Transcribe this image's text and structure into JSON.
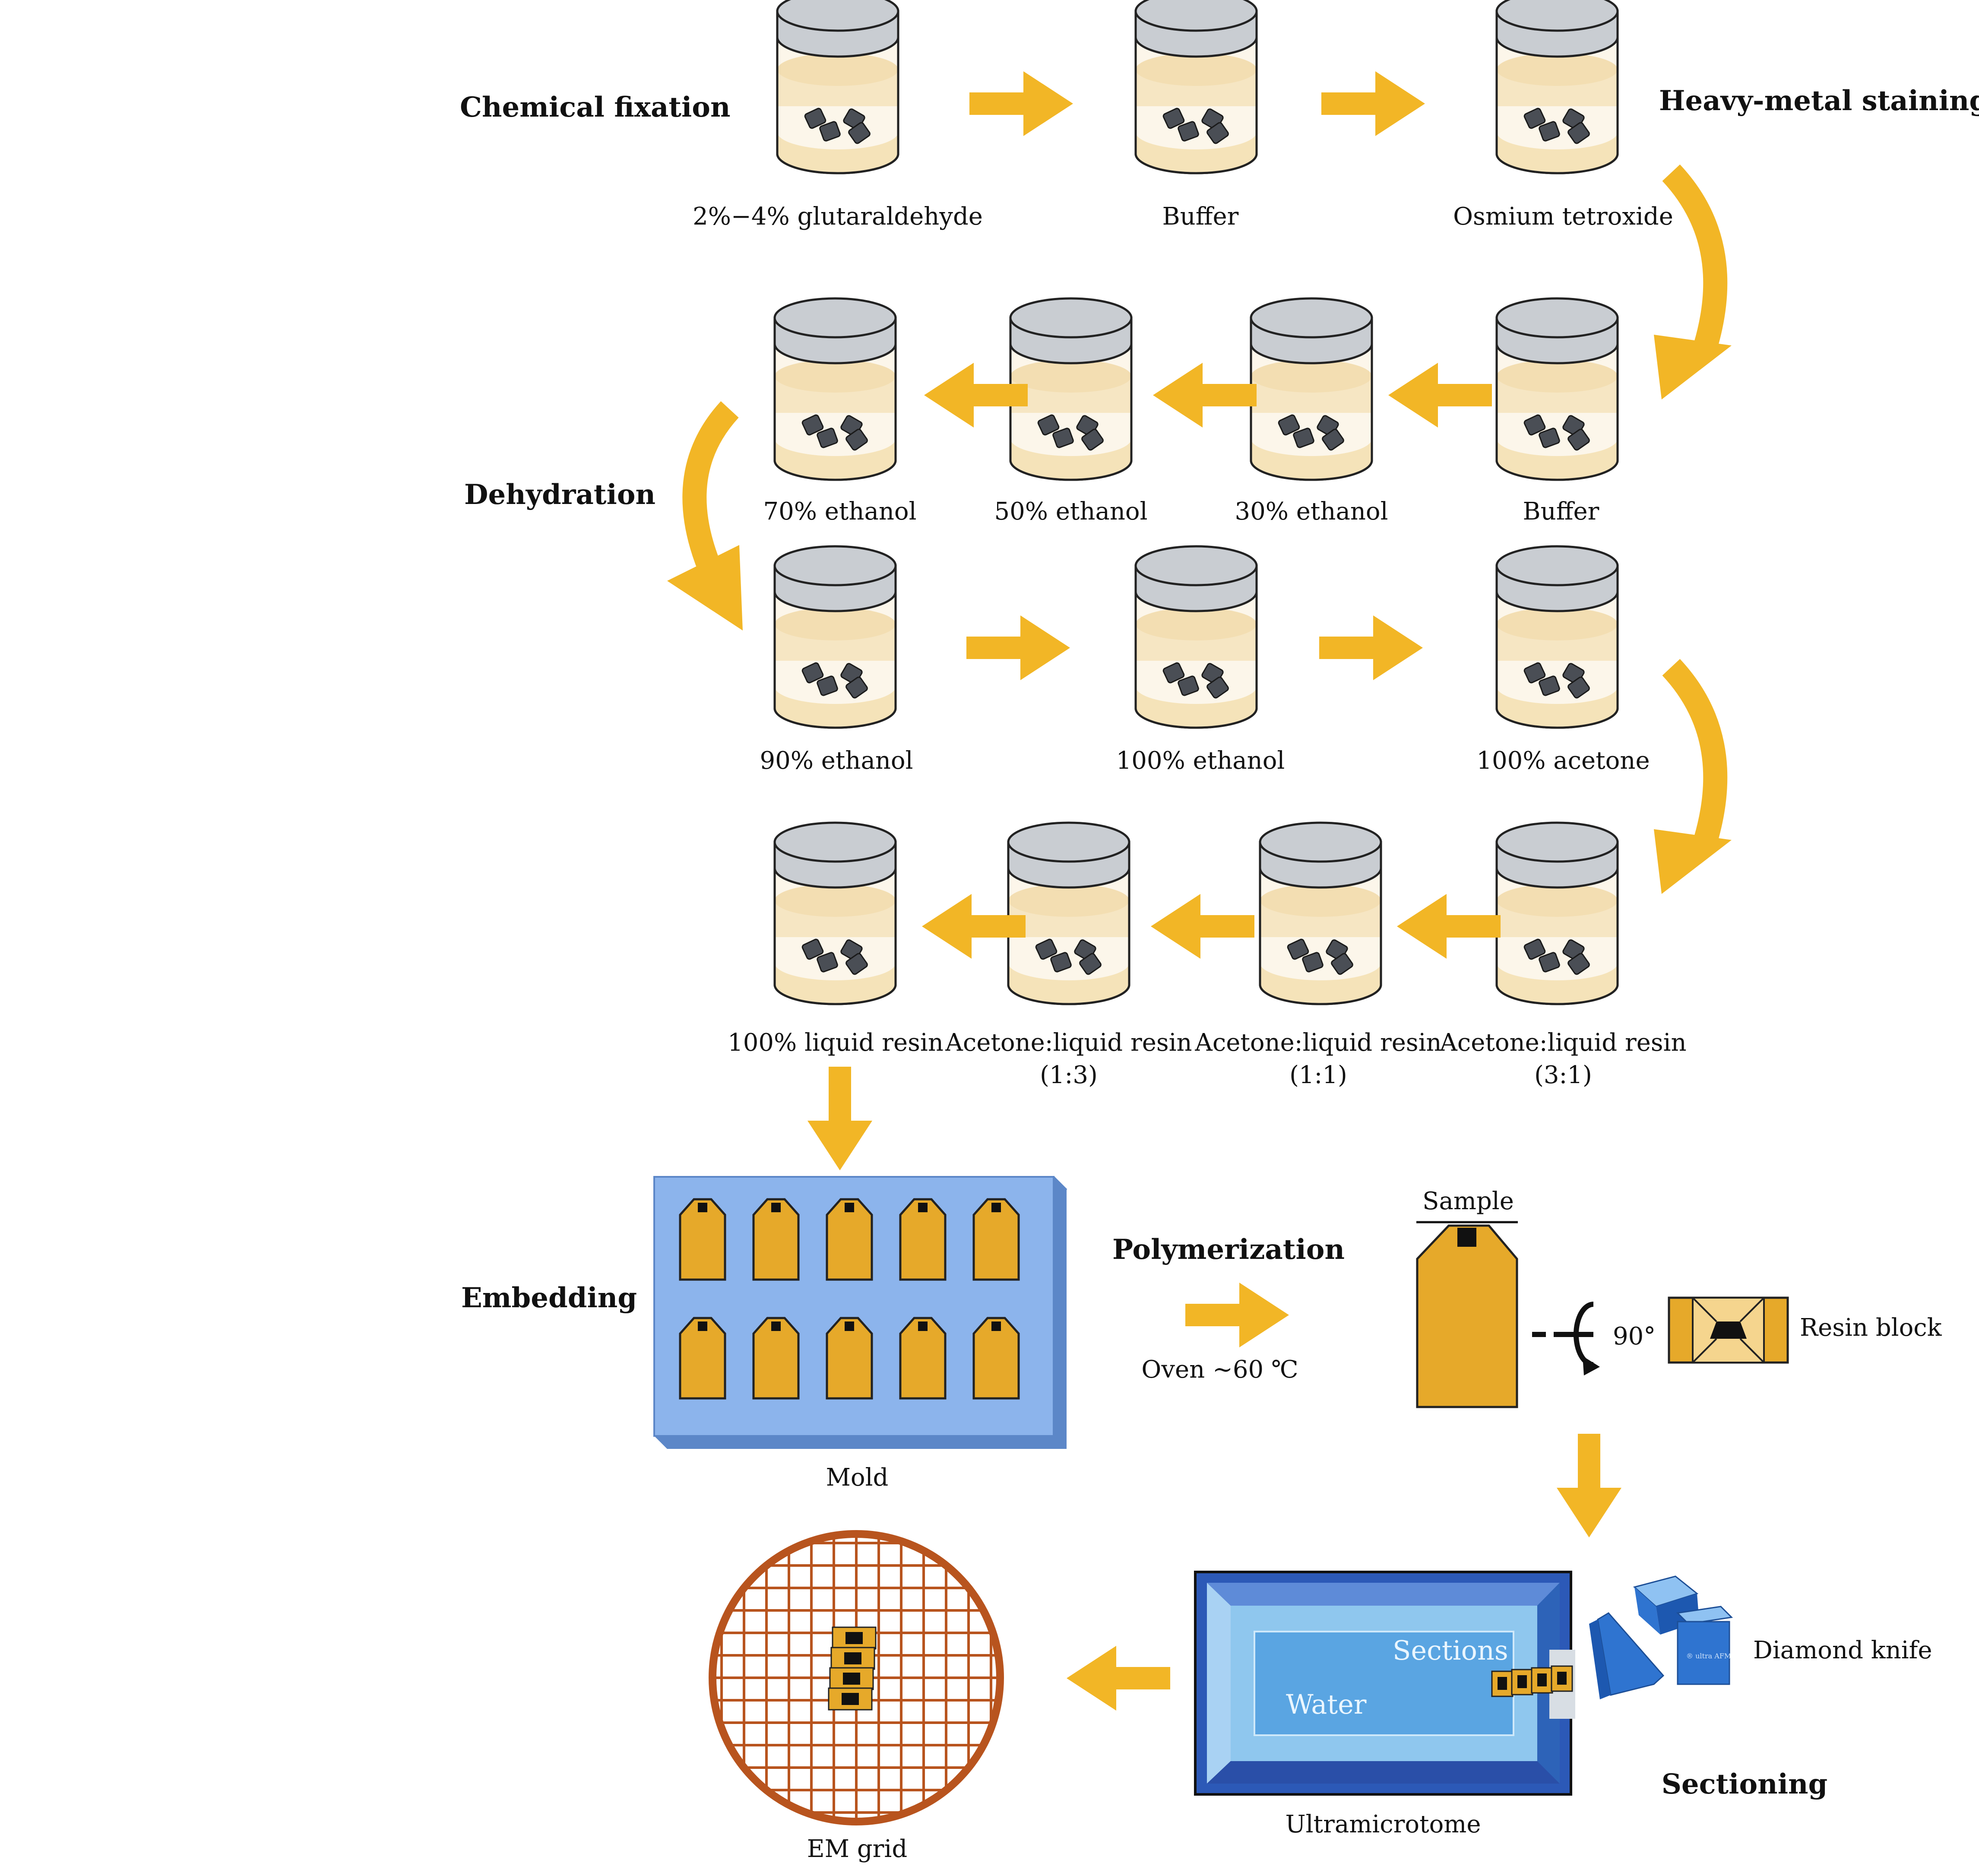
{
  "headings": {
    "chemical_fixation": "Chemical fixation",
    "heavy_metal_staining": "Heavy-metal staining",
    "dehydration": "Dehydration",
    "embedding": "Embedding",
    "polymerization": "Polymerization",
    "sectioning": "Sectioning"
  },
  "row1": [
    "2%−4% glutaraldehyde",
    "Buffer",
    "Osmium tetroxide"
  ],
  "row2": [
    "70% ethanol",
    "50% ethanol",
    "30% ethanol",
    "Buffer"
  ],
  "row3": [
    "90% ethanol",
    "100% ethanol",
    "100% acetone"
  ],
  "row4": [
    {
      "line1": "100% liquid resin",
      "line2": ""
    },
    {
      "line1": "Acetone:liquid resin",
      "line2": "(1:3)"
    },
    {
      "line1": "Acetone:liquid resin",
      "line2": "(1:1)"
    },
    {
      "line1": "Acetone:liquid resin",
      "line2": "(3:1)"
    }
  ],
  "labels": {
    "mold": "Mold",
    "oven": "Oven ~60 ℃",
    "sample": "Sample",
    "rotation": "90°",
    "resin_block": "Resin block",
    "diamond_knife": "Diamond knife",
    "knife_brand": "® ultra AFM",
    "sections": "Sections",
    "water": "Water",
    "ultramicrotome": "Ultramicrotome",
    "em_grid": "EM grid"
  },
  "colors": {
    "arrow": "#F2B626",
    "liquid": "#FBF1DC",
    "liquid_band": "#F6E6C3",
    "lid": "#C9CDD2",
    "mold": "#8CB4EC",
    "capsule": "#E6A92A",
    "trough": "#2C59B7",
    "grid": "#B8541E"
  }
}
